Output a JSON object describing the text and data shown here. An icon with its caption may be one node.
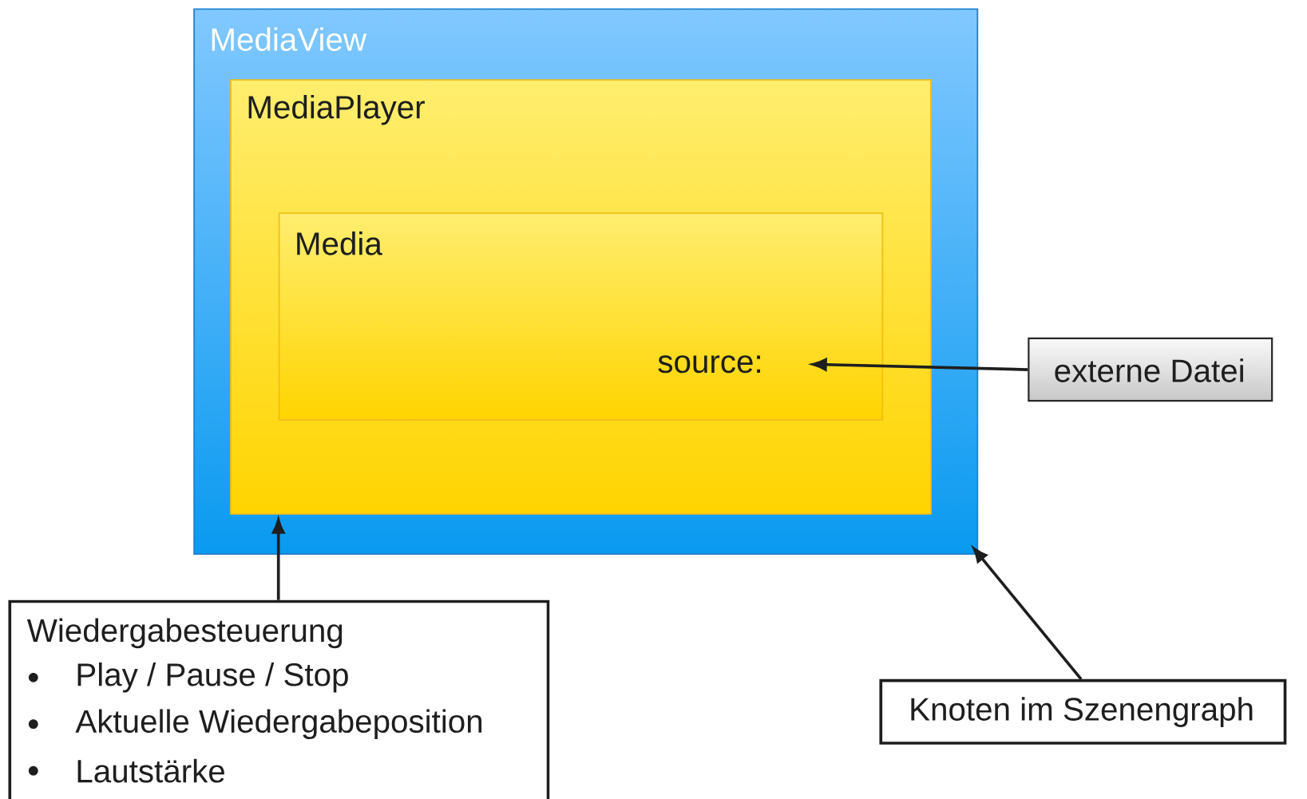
{
  "diagram": {
    "nodes": [
      {
        "text": [
          "MediaView"
        ]
      },
      {
        "text": [
          "MediaPlayer"
        ],
        "in": 0
      },
      {
        "text": [
          "Media"
        ],
        "in": 1
      },
      {
        "text": [
          "source:"
        ],
        "in": 2
      },
      {
        "text": [
          "externe Datei"
        ]
      },
      {
        "text": [
          "Wiedergabesteuerung",
          "Play / Pause / Stop",
          "Aktuelle Wiedergabeposition",
          "Lautstärke"
        ]
      },
      {
        "text": [
          "Knoten im Szenengraph"
        ]
      }
    ],
    "edges": [
      {
        "from": 4,
        "to": 3,
        "arrow": "to"
      },
      {
        "from": 5,
        "to": 1,
        "arrow": "to"
      },
      {
        "from": 6,
        "to": 0,
        "arrow": "to"
      }
    ]
  }
}
